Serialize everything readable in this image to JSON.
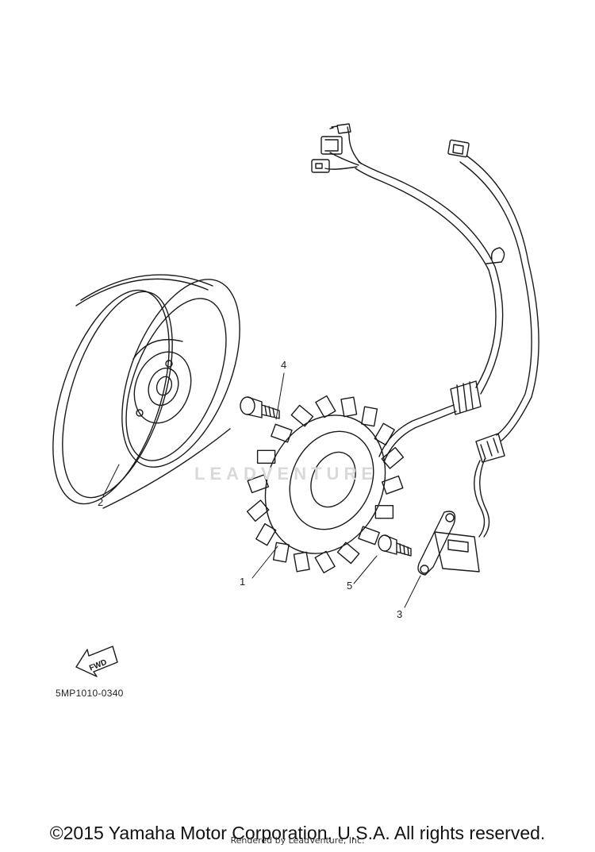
{
  "diagram": {
    "callouts": [
      {
        "id": "1",
        "label": "1"
      },
      {
        "id": "2",
        "label": "2"
      },
      {
        "id": "3",
        "label": "3"
      },
      {
        "id": "4",
        "label": "4"
      },
      {
        "id": "5",
        "label": "5"
      }
    ],
    "fwd_label": "FWD",
    "part_code": "5MP1010-0340"
  },
  "watermark": {
    "text": "LEADVENTURE"
  },
  "footer": {
    "copyright": "©2015 Yamaha Motor Corporation, U.S.A. All rights reserved.",
    "rendered_by": "Rendered by LeadVenture, Inc."
  },
  "colors": {
    "line": "#1a1a1a",
    "watermark": "#d9d9d9",
    "background": "#ffffff"
  }
}
